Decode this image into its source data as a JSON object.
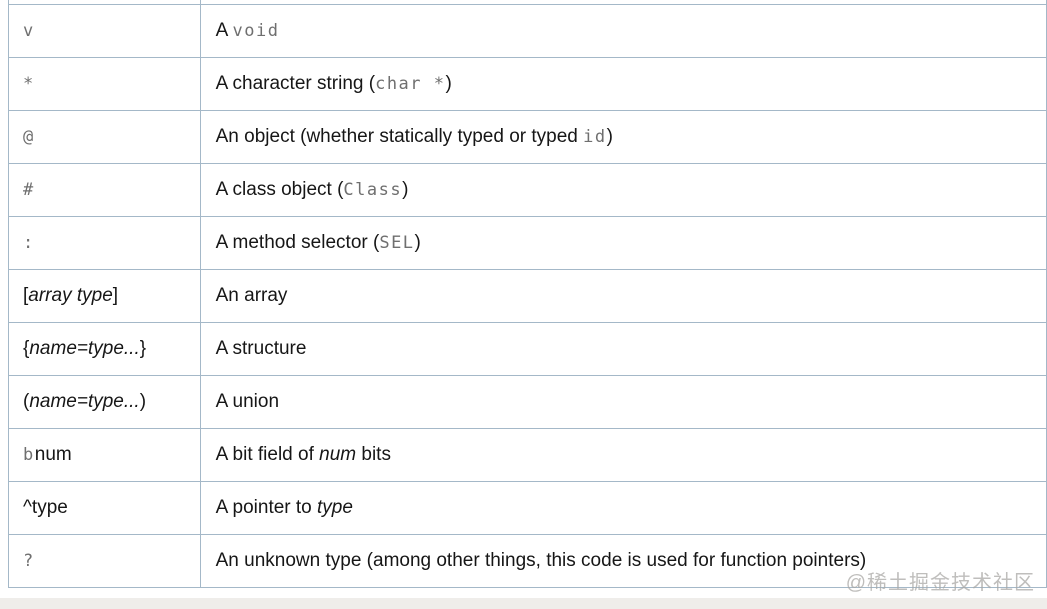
{
  "colors": {
    "border": "#a4b8c8",
    "code_gray": "#6f6f6f",
    "body_text": "#161616",
    "bottom_strip": "#efedea",
    "watermark_gray": "#aaa8a6"
  },
  "table": {
    "rows": [
      {
        "code": [
          {
            "t": "code",
            "v": "v"
          }
        ],
        "desc": [
          {
            "t": "text",
            "v": "A "
          },
          {
            "t": "code",
            "v": "void"
          }
        ]
      },
      {
        "code": [
          {
            "t": "code",
            "v": "*"
          }
        ],
        "desc": [
          {
            "t": "text",
            "v": "A character string ("
          },
          {
            "t": "code",
            "v": "char *"
          },
          {
            "t": "text",
            "v": ")"
          }
        ]
      },
      {
        "code": [
          {
            "t": "code",
            "v": "@"
          }
        ],
        "desc": [
          {
            "t": "text",
            "v": "An object (whether statically typed or typed "
          },
          {
            "t": "code",
            "v": "id"
          },
          {
            "t": "text",
            "v": ")"
          }
        ]
      },
      {
        "code": [
          {
            "t": "code",
            "v": "#"
          }
        ],
        "desc": [
          {
            "t": "text",
            "v": "A class object ("
          },
          {
            "t": "code",
            "v": "Class"
          },
          {
            "t": "text",
            "v": ")"
          }
        ]
      },
      {
        "code": [
          {
            "t": "code",
            "v": ":"
          }
        ],
        "desc": [
          {
            "t": "text",
            "v": "A method selector ("
          },
          {
            "t": "code",
            "v": "SEL"
          },
          {
            "t": "text",
            "v": ")"
          }
        ]
      },
      {
        "code": [
          {
            "t": "text",
            "v": "["
          },
          {
            "t": "var",
            "v": "array type"
          },
          {
            "t": "text",
            "v": "]"
          }
        ],
        "desc": [
          {
            "t": "text",
            "v": "An array"
          }
        ]
      },
      {
        "code": [
          {
            "t": "text",
            "v": "{"
          },
          {
            "t": "var",
            "v": "name=type..."
          },
          {
            "t": "text",
            "v": "}"
          }
        ],
        "desc": [
          {
            "t": "text",
            "v": "A structure"
          }
        ]
      },
      {
        "code": [
          {
            "t": "text",
            "v": "("
          },
          {
            "t": "var",
            "v": "name=type..."
          },
          {
            "t": "text",
            "v": ")"
          }
        ],
        "desc": [
          {
            "t": "text",
            "v": "A union"
          }
        ]
      },
      {
        "code": [
          {
            "t": "code",
            "v": "b"
          },
          {
            "t": "text",
            "v": "num"
          }
        ],
        "desc": [
          {
            "t": "text",
            "v": "A bit field of "
          },
          {
            "t": "var",
            "v": "num"
          },
          {
            "t": "text",
            "v": " bits"
          }
        ]
      },
      {
        "code": [
          {
            "t": "text",
            "v": "^type"
          }
        ],
        "desc": [
          {
            "t": "text",
            "v": "A pointer to "
          },
          {
            "t": "var",
            "v": "type"
          }
        ]
      },
      {
        "code": [
          {
            "t": "code",
            "v": "?"
          }
        ],
        "desc": [
          {
            "t": "text",
            "v": "An unknown type (among other things, this code is used for function pointers)"
          }
        ]
      }
    ]
  },
  "watermark": {
    "text": "@稀土掘金技术社区"
  }
}
